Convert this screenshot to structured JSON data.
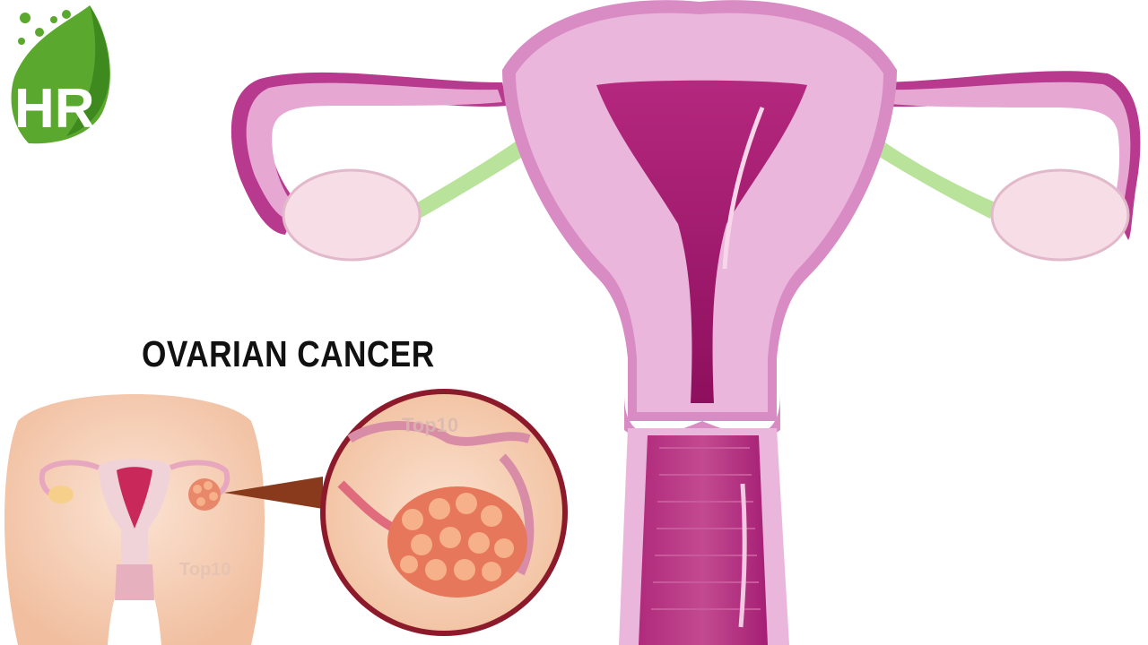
{
  "logo": {
    "text": "HR",
    "colors": {
      "leaf": "#5aa82e",
      "leaf_dark": "#3f8a1f",
      "text": "#ffffff"
    }
  },
  "title": "OVARIAN CANCER",
  "watermarks": {
    "magnified": "Top10",
    "body": "Top10"
  },
  "colors": {
    "uterus_light": "#eab6dc",
    "uterus_mid": "#d98cc4",
    "uterus_dark": "#a3136c",
    "tube_outer": "#b83a8e",
    "ligament": "#b9e39a",
    "ovary": "#f7dde6",
    "skin": "#f4c7a8",
    "tumor": "#f08a60"
  },
  "icons": [
    "hr-leaf-logo"
  ]
}
